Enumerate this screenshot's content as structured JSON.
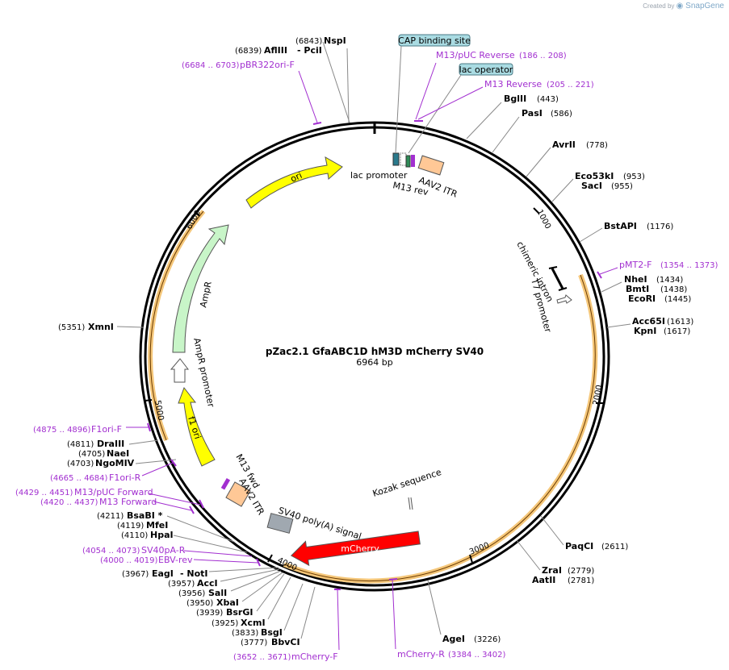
{
  "watermark": {
    "created_by": "Created by",
    "brand": "SnapGene"
  },
  "plasmid": {
    "name": "pZac2.1 GfaABC1D hM3D mCherry  SV40",
    "length_label": "6964 bp",
    "length": 6964
  },
  "ticks": [
    "1000",
    "2000",
    "3000",
    "4000",
    "5000",
    "6000"
  ],
  "sites": [
    {
      "name": "NspI",
      "pos": "(6843)"
    },
    {
      "name": "AflIII",
      "pos": "(6839)"
    },
    {
      "name": "- PciI",
      "pos": ""
    },
    {
      "name": "BglII",
      "pos": "(443)"
    },
    {
      "name": "PasI",
      "pos": "(586)"
    },
    {
      "name": "AvrII",
      "pos": "(778)"
    },
    {
      "name": "Eco53kI",
      "pos": "(953)"
    },
    {
      "name": "SacI",
      "pos": "(955)"
    },
    {
      "name": "BstAPI",
      "pos": "(1176)"
    },
    {
      "name": "NheI",
      "pos": "(1434)"
    },
    {
      "name": "BmtI",
      "pos": "(1438)"
    },
    {
      "name": "EcoRI",
      "pos": "(1445)"
    },
    {
      "name": "Acc65I",
      "pos": "(1613)"
    },
    {
      "name": "KpnI",
      "pos": "(1617)"
    },
    {
      "name": "PaqCI",
      "pos": "(2611)"
    },
    {
      "name": "ZraI",
      "pos": "(2779)"
    },
    {
      "name": "AatII",
      "pos": "(2781)"
    },
    {
      "name": "AgeI",
      "pos": "(3226)"
    },
    {
      "name": "BbvCI",
      "pos": "(3777)"
    },
    {
      "name": "BsgI",
      "pos": "(3833)"
    },
    {
      "name": "XcmI",
      "pos": "(3925)"
    },
    {
      "name": "BsrGI",
      "pos": "(3939)"
    },
    {
      "name": "XbaI",
      "pos": "(3950)"
    },
    {
      "name": "SalI",
      "pos": "(3956)"
    },
    {
      "name": "AccI",
      "pos": "(3957)"
    },
    {
      "name": "EagI",
      "pos": "(3967)"
    },
    {
      "name": "- NotI",
      "pos": ""
    },
    {
      "name": "HpaI",
      "pos": "(4110)"
    },
    {
      "name": "MfeI",
      "pos": "(4119)"
    },
    {
      "name": "BsaBI *",
      "pos": "(4211)"
    },
    {
      "name": "NgoMIV",
      "pos": "(4703)"
    },
    {
      "name": "NaeI",
      "pos": "(4705)"
    },
    {
      "name": "DraIII",
      "pos": "(4811)"
    },
    {
      "name": "XmnI",
      "pos": "(5351)"
    }
  ],
  "primers": [
    {
      "name": "pBR322ori-F",
      "range": "(6684 .. 6703)"
    },
    {
      "name": "M13/pUC Reverse",
      "range": "(186 .. 208)"
    },
    {
      "name": "M13 Reverse",
      "range": "(205 .. 221)"
    },
    {
      "name": "pMT2-F",
      "range": "(1354 .. 1373)"
    },
    {
      "name": "mCherry-R",
      "range": "(3384 .. 3402)"
    },
    {
      "name": "mCherry-F",
      "range": "(3652 .. 3671)"
    },
    {
      "name": "EBV-rev",
      "range": "(4000 .. 4019)"
    },
    {
      "name": "SV40pA-R",
      "range": "(4054 .. 4073)"
    },
    {
      "name": "M13 Forward",
      "range": "(4420 .. 4437)"
    },
    {
      "name": "M13/pUC Forward",
      "range": "(4429 .. 4451)"
    },
    {
      "name": "F1ori-R",
      "range": "(4665 .. 4684)"
    },
    {
      "name": "F1ori-F",
      "range": "(4875 .. 4896)"
    }
  ],
  "boxed_labels": [
    "CAP binding site",
    "lac operator"
  ],
  "features": {
    "ori": "ori",
    "ampr": "AmpR",
    "ampr_promoter": "AmpR promoter",
    "f1_ori": "f1 ori",
    "mcherry": "mCherry",
    "lac_promoter": "lac promoter",
    "m13_rev": "M13 rev",
    "aav2_itr_top": "AAV2 ITR",
    "aav2_itr_bottom": "AAV2 ITR",
    "m13_fwd": "M13 fwd",
    "chimeric_intron": "chimeric intron",
    "t7_promoter": "T7 promoter",
    "sv40_polya": "SV40 poly(A) signal",
    "kozak": "Kozak sequence"
  },
  "colors": {
    "ori": "#ffff00",
    "ampr": "#c8f5c8",
    "promoter": "#ffffff",
    "mcherry": "#ff0000",
    "itr": "#ffc896",
    "polya": "#a0a8b0",
    "primer": "#a22fd0",
    "highlight": "#f5c77a",
    "cap_box": "#a9dbe2"
  }
}
